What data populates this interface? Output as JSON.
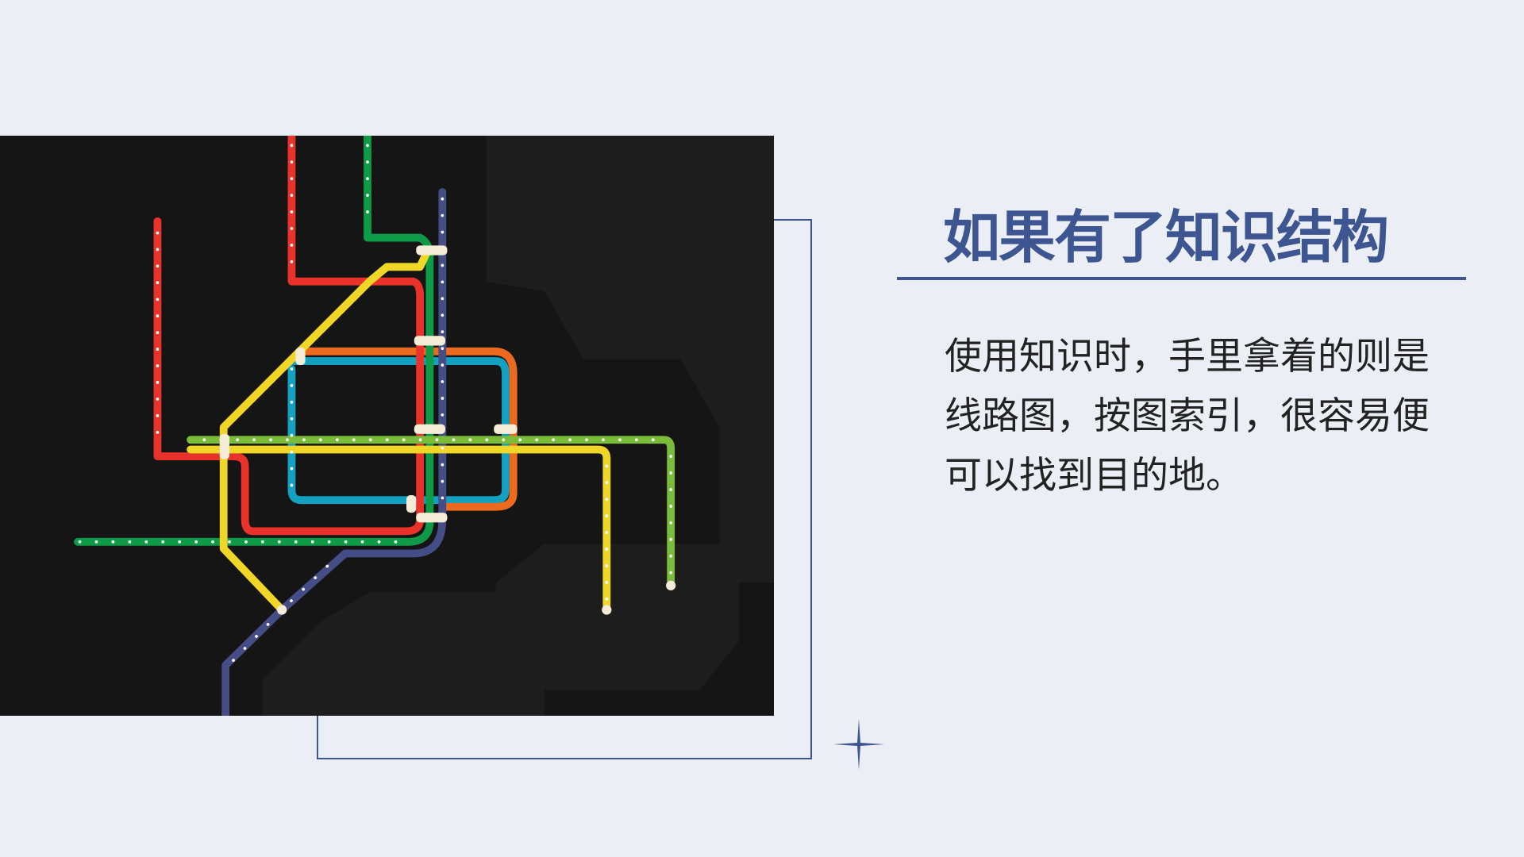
{
  "slide": {
    "title": "如果有了知识结构",
    "body_lines": [
      "使用知识时，手里拿着的则是",
      "线路图，按图索引，很容易便",
      "可以找到目的地。"
    ]
  },
  "image": {
    "subject": "subway-map",
    "line_colors": [
      "#e8322a",
      "#0f9a48",
      "#454d86",
      "#f0d626",
      "#7bbd3a",
      "#14a0c0",
      "#ec6a1e"
    ]
  },
  "colors": {
    "accent": "#3d5590",
    "background": "#ebeff5",
    "text": "#222222"
  }
}
